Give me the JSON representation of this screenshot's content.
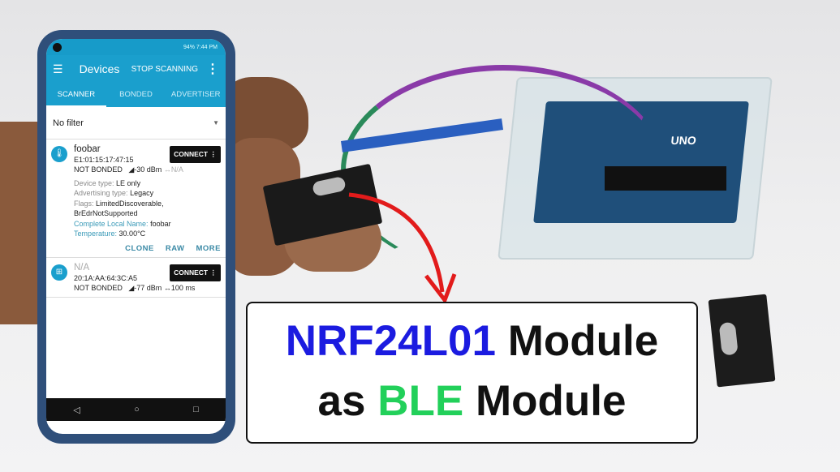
{
  "phone": {
    "status": {
      "battery": "94%",
      "time": "7:44 PM"
    },
    "toolbar": {
      "title": "Devices",
      "action": "STOP SCANNING"
    },
    "tabs": [
      {
        "label": "SCANNER",
        "active": true
      },
      {
        "label": "BONDED"
      },
      {
        "label": "ADVERTISER"
      }
    ],
    "filter": "No filter",
    "devices": [
      {
        "name": "foobar",
        "address": "E1:01:15:17:47:15",
        "bond": "NOT BONDED",
        "rssi": "-30 dBm",
        "interval": "N/A",
        "connect": "CONNECT",
        "details": {
          "device_type_label": "Device type:",
          "device_type": "LE only",
          "adv_type_label": "Advertising type:",
          "adv_type": "Legacy",
          "flags_label": "Flags:",
          "flags": "LimitedDiscoverable, BrEdrNotSupported",
          "local_name_label": "Complete Local Name:",
          "local_name": "foobar",
          "temp_label": "Temperature:",
          "temp": "30.00°C"
        },
        "actions": [
          "CLONE",
          "RAW",
          "MORE"
        ]
      },
      {
        "name": "N/A",
        "address": "20:1A:AA:64:3C:A5",
        "bond": "NOT BONDED",
        "rssi": "-77 dBm",
        "interval": "100 ms",
        "connect": "CONNECT"
      }
    ]
  },
  "title": {
    "line1_a": "NRF24L01",
    "line1_b": "Module",
    "line2_a": "as",
    "line2_b": "BLE",
    "line2_c": "Module",
    "colors": {
      "blue": "#1b1be0",
      "green": "#22d05a",
      "black": "#111111"
    }
  },
  "board_label": "UNO"
}
